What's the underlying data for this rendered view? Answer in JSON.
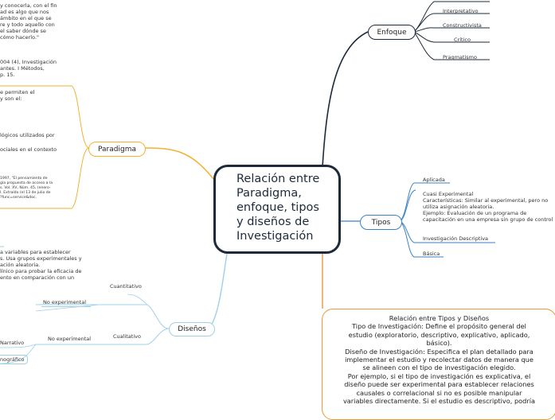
{
  "central": {
    "lines": [
      "Relación entre",
      "Paradigma,",
      "enfoque, tipos",
      "y diseños de",
      "Investigación"
    ]
  },
  "enfoque": {
    "label": "Enfoque",
    "items": [
      "Interpretativo",
      "Constructivista",
      "Crítico",
      "Pragmatismo"
    ]
  },
  "tipos": {
    "label": "Tipos",
    "aplicada": "Aplicada",
    "cuasi": [
      "Cuasi Experimental",
      "Características: Similar al experimental, pero no",
      "utiliza asignación aleatoria.",
      "Ejemplo: Evaluación de un programa de",
      "capacitación en una empresa sin grupo de control"
    ],
    "descriptiva": "Investigación Descriptiva",
    "basica": "Básica"
  },
  "paradigma": {
    "label": "Paradigma",
    "quote": [
      "y conocerla, con el fin",
      "ad es algo que nos",
      "ámbito en el que se",
      "re y todo aquello con",
      "el saber dónde se",
      "cómo hacerlo.\""
    ],
    "citation": [
      "004 (4), Investigación",
      "antes. I Métodos,",
      "p. 15."
    ],
    "body1": [
      "e permiten el",
      "y son el:"
    ],
    "body2": "lógicos utilizados por",
    "body3": [
      "ociales en el contexto"
    ],
    "ref": [
      "1997, \"El pensamiento de",
      "gía propuesta de acceso a la",
      "s, Vol. XV, Núm. 45, (enero-",
      "I. Extraído (el 13 de julio de",
      "?func=service&doc."
    ]
  },
  "disenos": {
    "label": "Diseños",
    "exp_text": [
      "a variables para establecer",
      "s. Usa grupos experimentales y",
      "ación aleatoria.",
      "línico para probar la eficacia de",
      "ento en comparación con un"
    ],
    "cuantitativo": "Cuantitativo",
    "no_exp_1": "No experimental",
    "cualitativo": "Cualitativo",
    "no_exp_2": "No experimental",
    "narrativo": "Narrativo",
    "etnografico": "nográfico"
  },
  "note": {
    "lines": [
      "Relación entre Tipos y Diseños",
      "Tipo de Investigación: Define el propósito general del",
      "estudio (exploratorio, descriptivo, explicativo, aplicado,",
      "básico).",
      "Diseño de Investigación: Especifica el plan detallado para",
      "implementar el estudio y recolectar datos de manera que",
      "se alineen con el tipo de investigación elegido.",
      "Por ejemplo, si el tipo de investigación es explicativa, el",
      "diseño puede ser experimental para establecer relaciones",
      "causales o correlacional si no es posible manipular",
      "variables directamente. Si el estudio es descriptivo, podría"
    ]
  },
  "colors": {
    "enfoque": "#1e2a3a",
    "tipos": "#3b82c4",
    "paradigma": "#f2b233",
    "disenos": "#9fd0e6",
    "note": "#e89a3c"
  }
}
